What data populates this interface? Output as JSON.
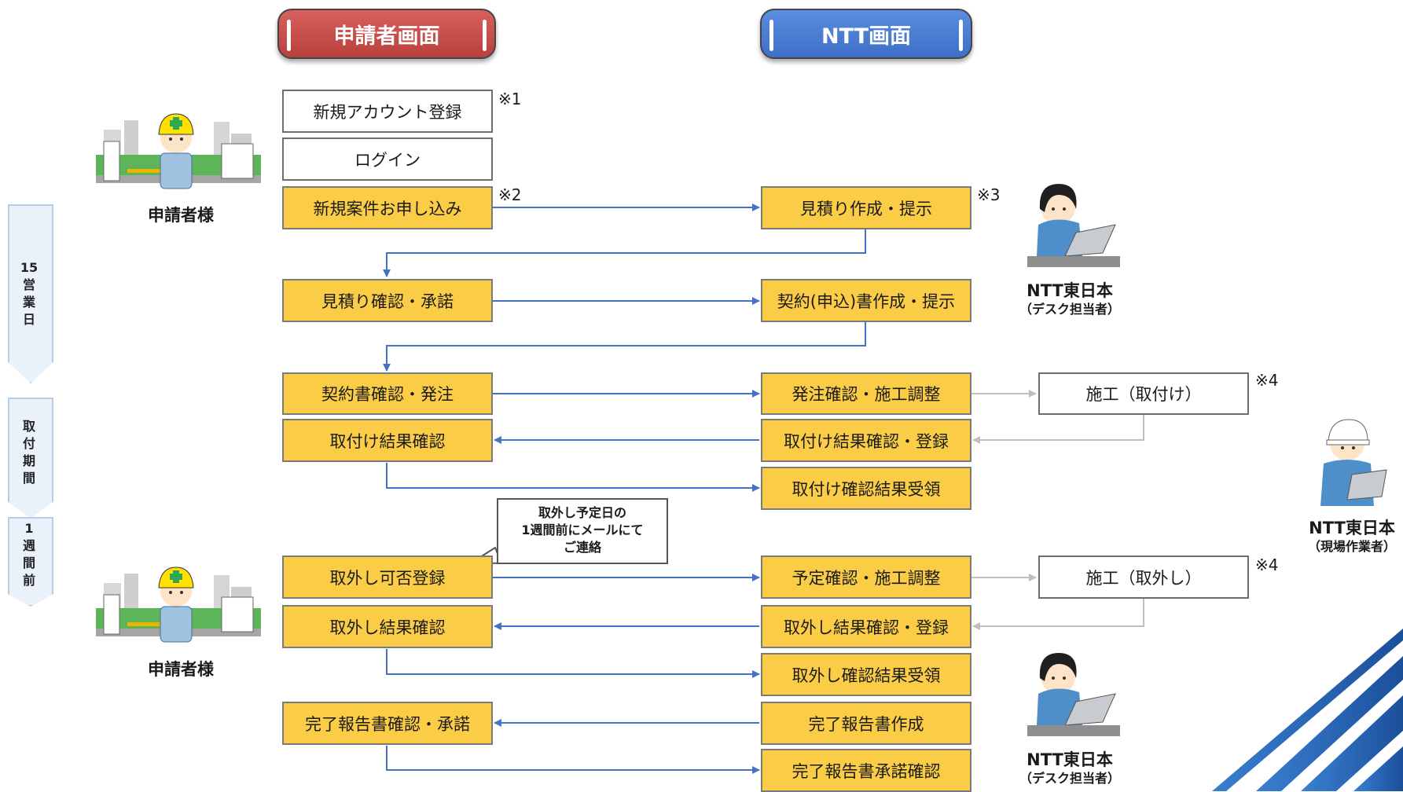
{
  "headers": {
    "applicant": "申請者画面",
    "ntt": "NTT画面"
  },
  "steps": {
    "new_account": "新規アカウント登録",
    "login": "ログイン",
    "new_application": "新規案件お申し込み",
    "estimate_create": "見積り作成・提示",
    "estimate_confirm": "見積り確認・承諾",
    "contract_create": "契約(申込)書作成・提示",
    "contract_confirm": "契約書確認・発注",
    "order_confirm": "発注確認・施工調整",
    "construction_install": "施工（取付け）",
    "install_result_register": "取付け結果確認・登録",
    "install_result_confirm": "取付け結果確認",
    "install_confirm_receive": "取付け確認結果受領",
    "removal_register": "取外し可否登録",
    "schedule_confirm": "予定確認・施工調整",
    "construction_removal": "施工（取外し）",
    "removal_result_register": "取外し結果確認・登録",
    "removal_result_confirm": "取外し結果確認",
    "removal_confirm_receive": "取外し確認結果受領",
    "report_create": "完了報告書作成",
    "report_confirm": "完了報告書確認・承諾",
    "report_approval_confirm": "完了報告書承諾確認"
  },
  "notes": {
    "n1": "※1",
    "n2": "※2",
    "n3": "※3",
    "n4a": "※4",
    "n4b": "※4"
  },
  "bubble": {
    "line1": "取外し予定日の",
    "line2": "1週間前にメールにて",
    "line3": "ご連絡"
  },
  "actors": {
    "applicant1": "申請者様",
    "applicant2": "申請者様",
    "desk1_name": "NTT東日本",
    "desk1_role": "（デスク担当者）",
    "field_name": "NTT東日本",
    "field_role": "（現場作業者）",
    "desk2_name": "NTT東日本",
    "desk2_role": "（デスク担当者）"
  },
  "phases": {
    "p1": [
      "15",
      "営",
      "業",
      "日"
    ],
    "p2": [
      "取",
      "付",
      "期",
      "間"
    ],
    "p3": [
      "1",
      "週",
      "間",
      "前"
    ]
  },
  "colors": {
    "step_fill": "#fbcd47",
    "arrow_blue": "#4472c4",
    "arrow_gray": "#bfbfbf",
    "header_red": "#c0504d",
    "header_blue": "#4f7fd6"
  }
}
